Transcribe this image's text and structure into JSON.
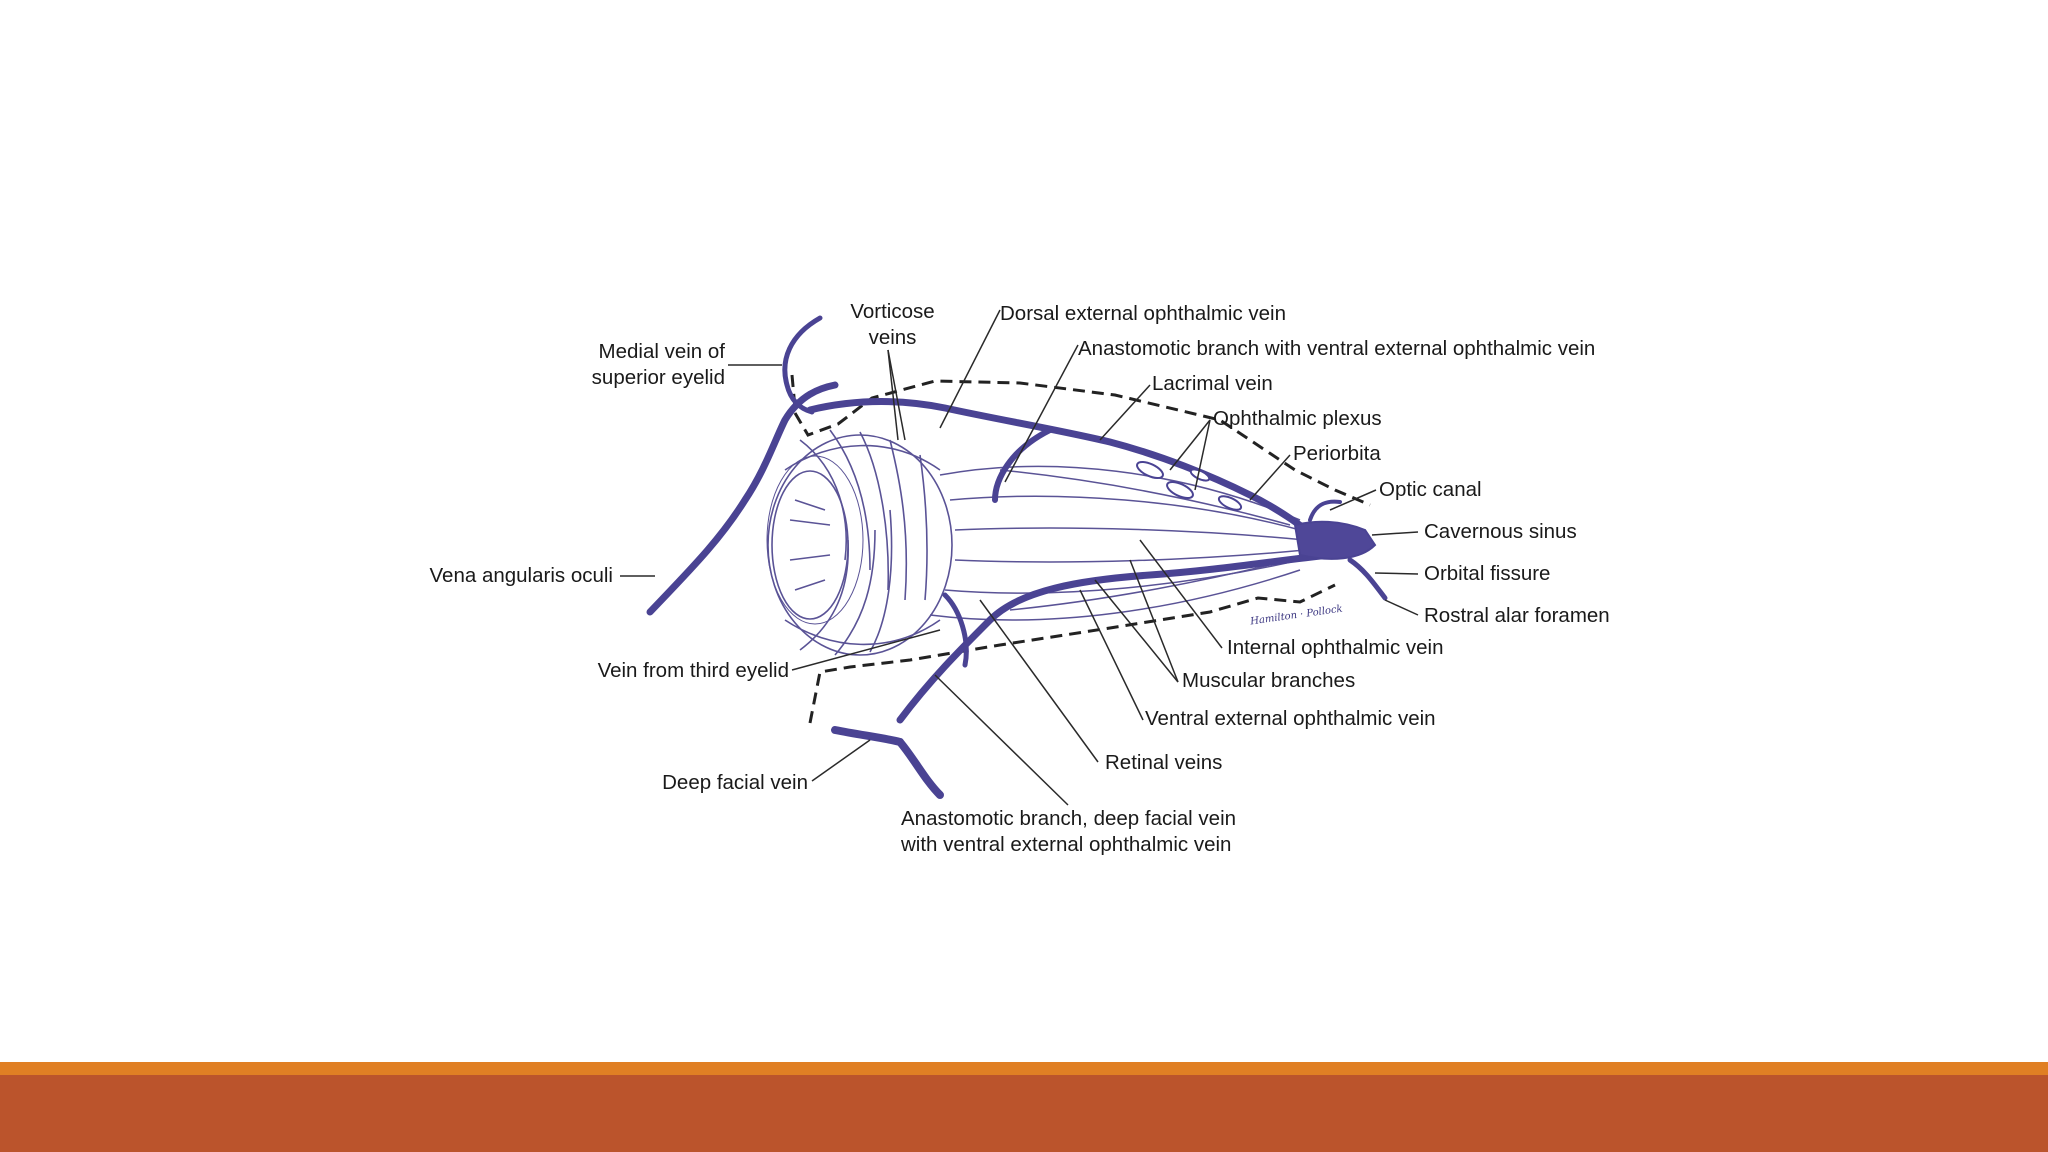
{
  "colors": {
    "vein": "#4a4393",
    "vein_fill": "#4f4798",
    "leader": "#2a2a2a",
    "footer_line": "#e07f24",
    "footer_bar": "#bb542c"
  },
  "labels": {
    "medial_vein": [
      "Medial vein of",
      "superior eyelid"
    ],
    "vorticose": [
      "Vorticose",
      "veins"
    ],
    "dorsal_ext": "Dorsal external ophthalmic vein",
    "anastomotic_ventral": "Anastomotic branch with ventral external ophthalmic vein",
    "lacrimal": "Lacrimal vein",
    "ophthalmic_plexus": "Ophthalmic plexus",
    "periorbita": "Periorbita",
    "optic_canal": "Optic canal",
    "cavernous_sinus": "Cavernous sinus",
    "orbital_fissure": "Orbital fissure",
    "rostral_alar": "Rostral alar foramen",
    "internal_ophthalmic": "Internal ophthalmic vein",
    "muscular_branches": "Muscular branches",
    "ventral_ext": "Ventral external ophthalmic vein",
    "retinal_veins": "Retinal veins",
    "anastomotic_deep": [
      "Anastomotic branch, deep facial vein",
      "with ventral external ophthalmic vein"
    ],
    "deep_facial": "Deep facial vein",
    "third_eyelid": "Vein from third eyelid",
    "vena_angularis": "Vena angularis oculi",
    "signature": "Hamilton · Pollock"
  }
}
